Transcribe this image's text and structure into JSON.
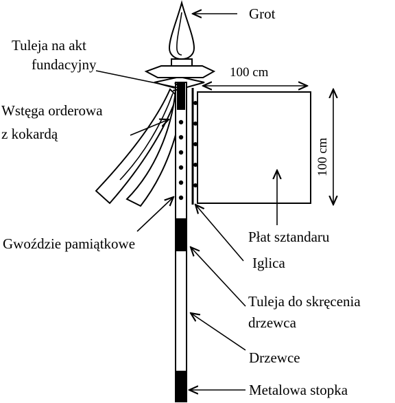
{
  "labels": {
    "grot": "Grot",
    "tuleja_akt_line1": "Tuleja na akt",
    "tuleja_akt_line2": "fundacyjny",
    "wstega_line1": "Wstęga orderowa",
    "wstega_line2": "z kokardą",
    "gwozdzie": "Gwoździe pamiątkowe",
    "plat": "Płat sztandaru",
    "iglica": "Iglica",
    "tuleja_skrecenia_line1": "Tuleja do skręcenia",
    "tuleja_skrecenia_line2": "drzewca",
    "drzewce": "Drzewce",
    "stopka": "Metalowa stopka"
  },
  "dimensions": {
    "width": "100 cm",
    "height": "100 cm"
  }
}
